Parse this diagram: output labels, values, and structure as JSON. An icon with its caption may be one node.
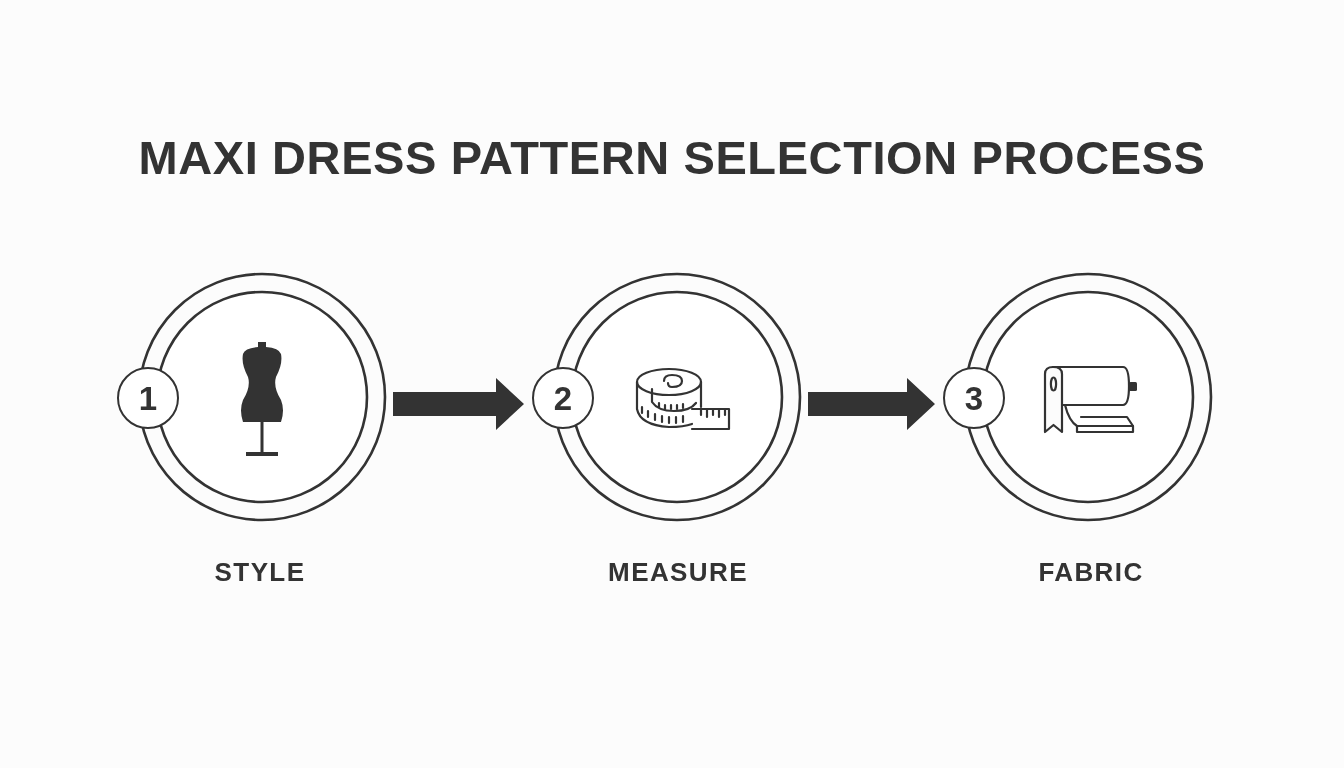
{
  "diagram": {
    "title": "MAXI DRESS PATTERN SELECTION PROCESS",
    "nodes": [
      {
        "text": [
          "1"
        ],
        "beside": [
          "STYLE"
        ]
      },
      {
        "text": [
          "2"
        ],
        "beside": [
          "MEASURE"
        ]
      },
      {
        "text": [
          "3"
        ],
        "beside": [
          "FABRIC"
        ]
      }
    ],
    "edges": [
      {
        "from": 0,
        "to": 1,
        "arrow": "to"
      },
      {
        "from": 1,
        "to": 2,
        "arrow": "to"
      }
    ]
  }
}
